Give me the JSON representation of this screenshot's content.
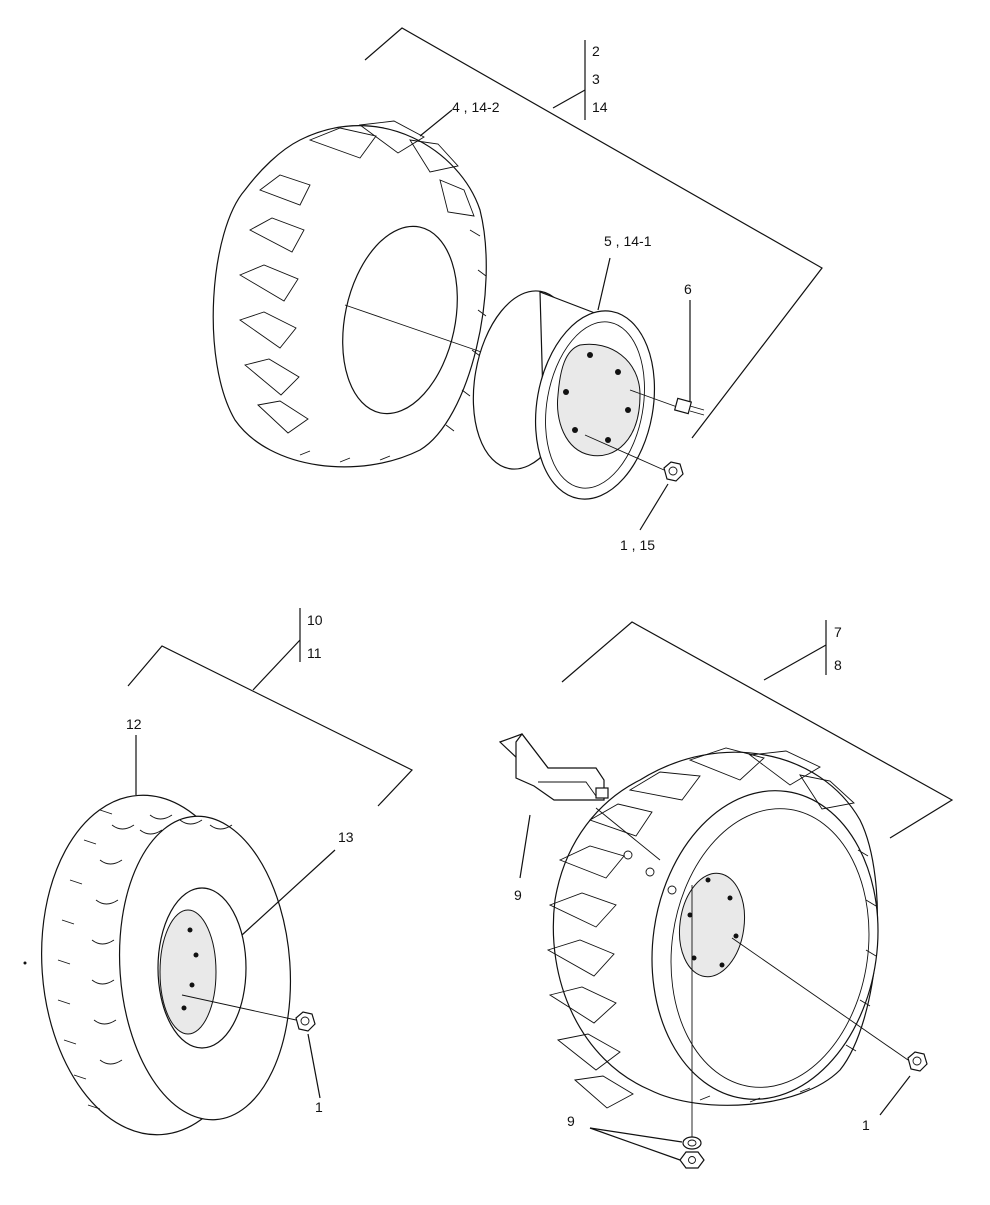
{
  "callouts": {
    "top_group": [
      "2",
      "3",
      "14"
    ],
    "top_tire": "4 , 14-2",
    "top_rim": "5 , 14-1",
    "top_bolt": "6",
    "top_nut": "1 , 15",
    "left_group": [
      "10",
      "11"
    ],
    "left_tire": "12",
    "left_rim": "13",
    "left_nut": "1",
    "right_group": [
      "7",
      "8"
    ],
    "right_valve": "9",
    "right_nut": "1",
    "right_valve_parts": "9"
  },
  "colors": {
    "ink": "#111111",
    "paper": "#ffffff"
  }
}
